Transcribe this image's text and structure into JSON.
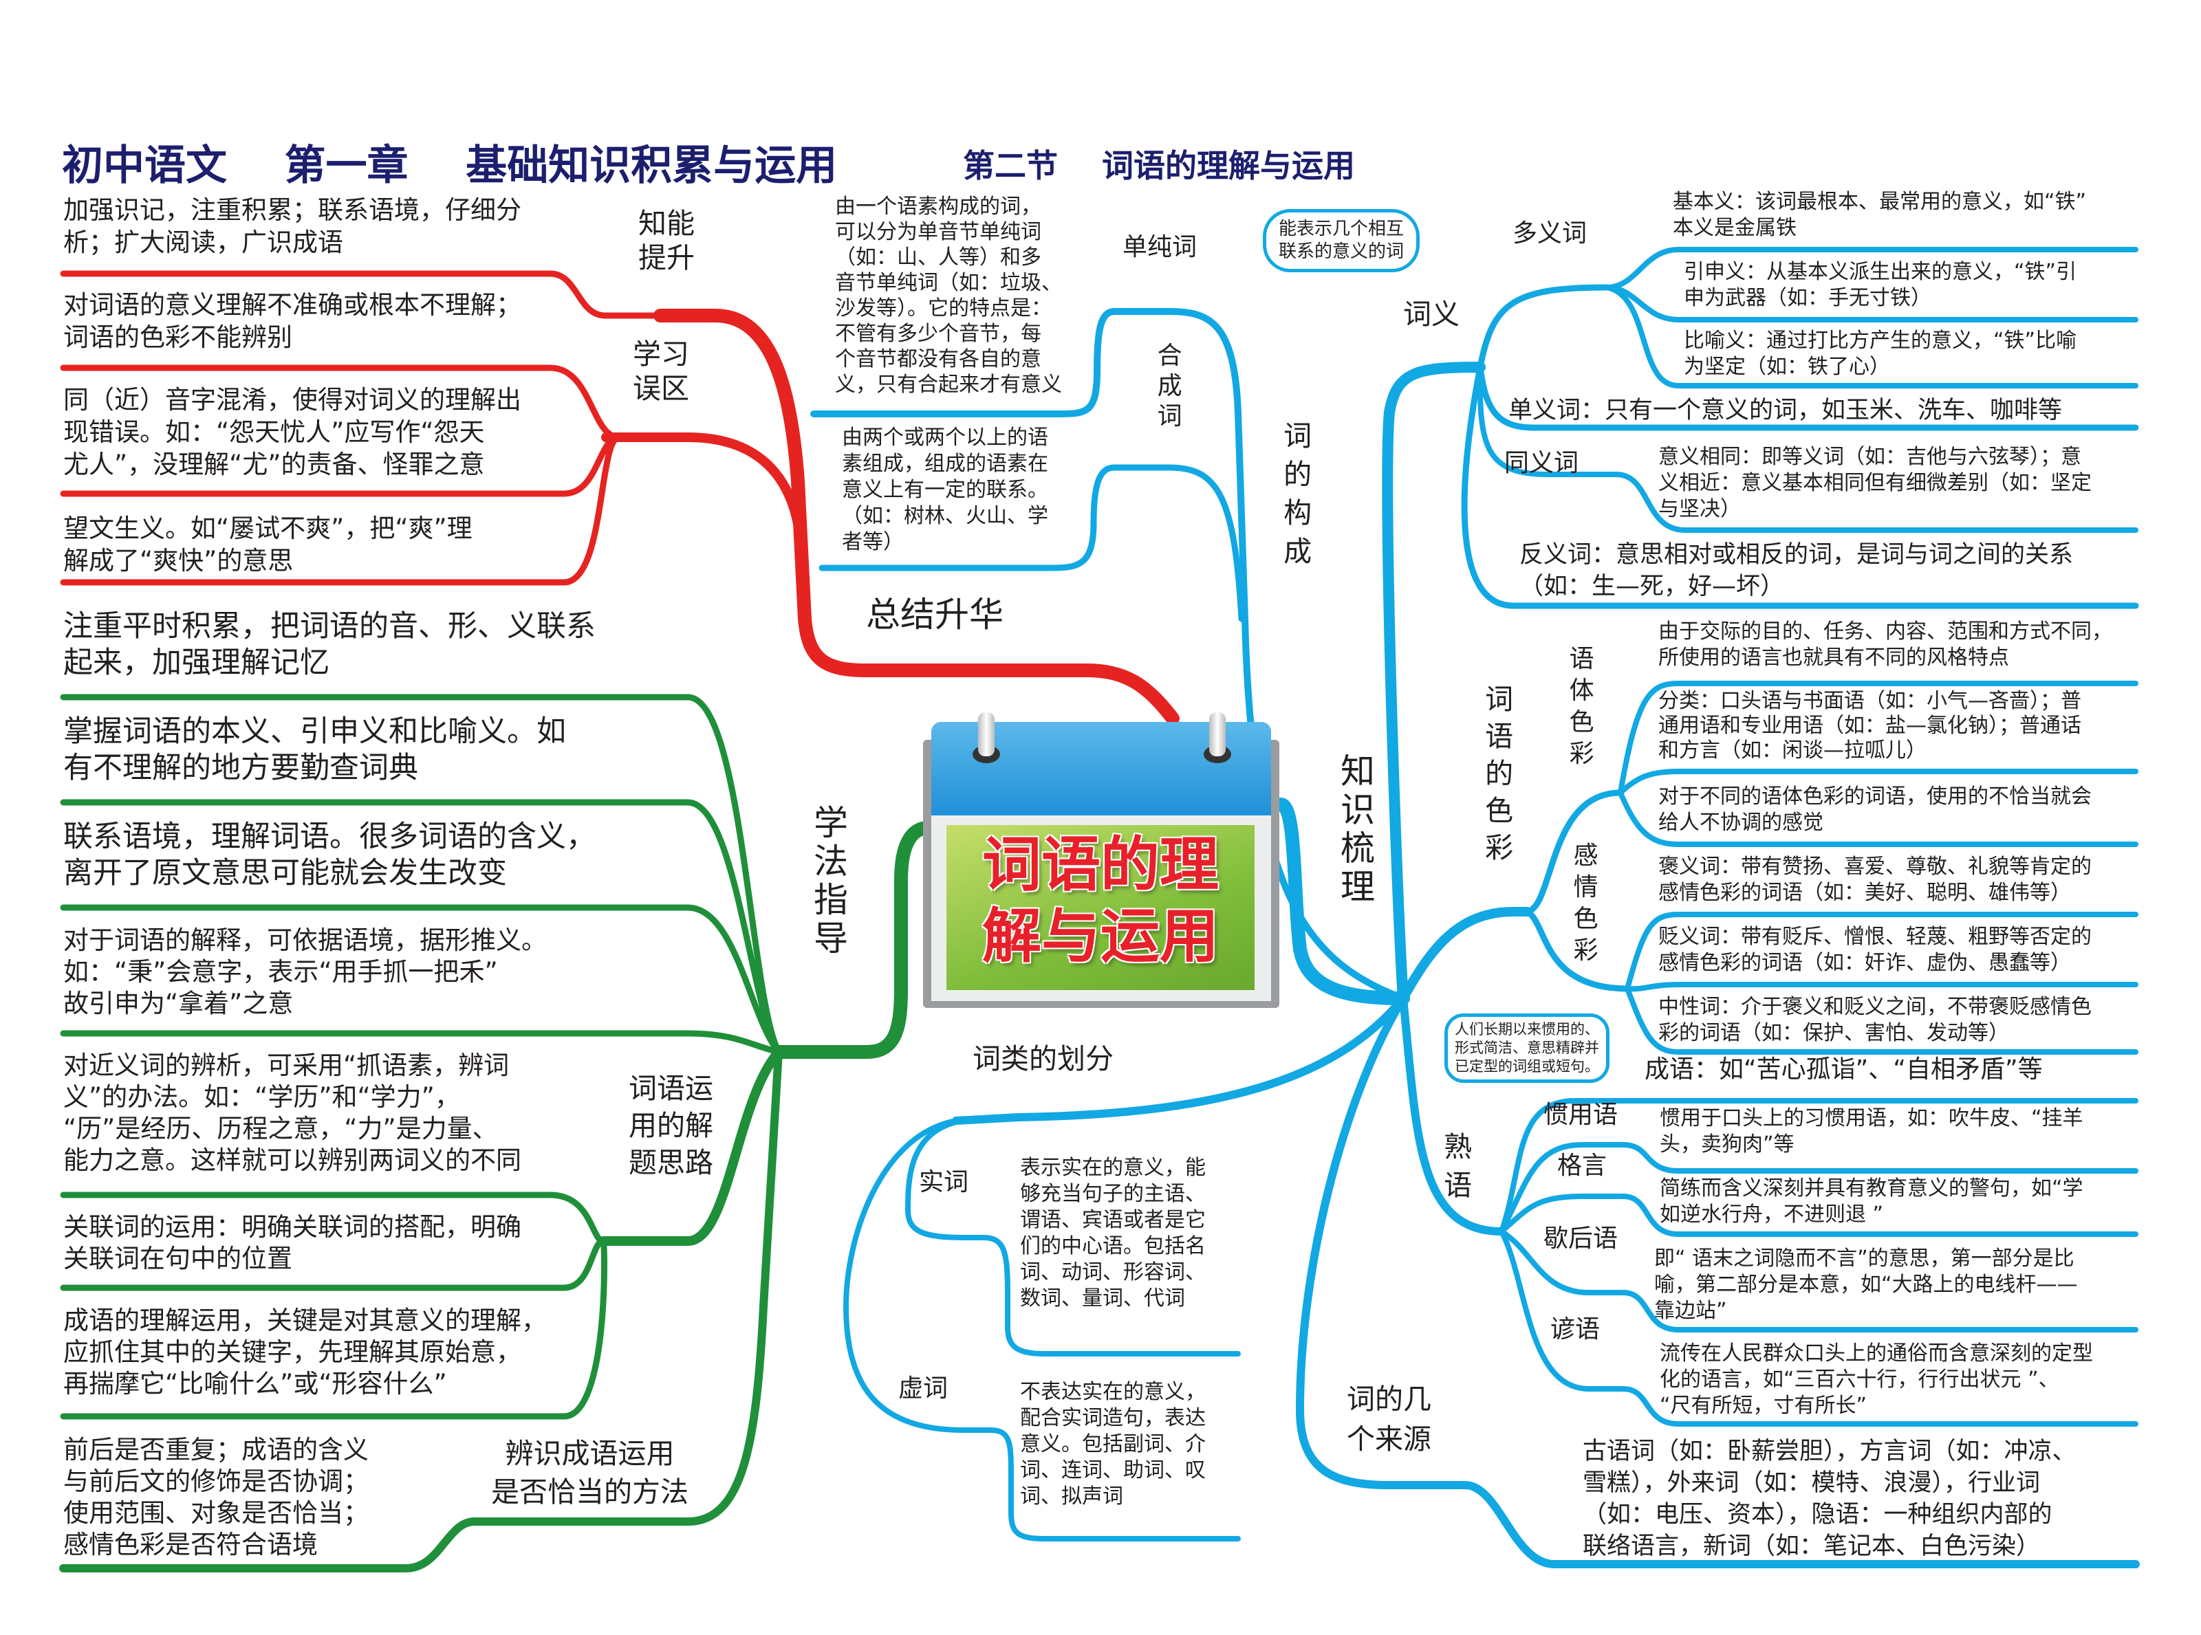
{
  "title": {
    "main": "初中语文    第一章    基础知识积累与运用",
    "section": "第二节    词语的理解与运用"
  },
  "center": {
    "title": "词语的理\n解与运用"
  },
  "colors": {
    "red": "#e52421",
    "green": "#1f8f3a",
    "blue": "#12a8e3",
    "title": "#1c1f6e"
  },
  "red_branch": {
    "label": "总结升华",
    "groups": [
      {
        "label": "知能\n提升",
        "items": [
          "加强识记，注重积累；联系语境，仔细分\n析；扩大阅读，广识成语"
        ]
      },
      {
        "label": "学习\n误区",
        "items": [
          "对词语的意义理解不准确或根本不理解；\n词语的色彩不能辨别",
          "同（近）音字混淆，使得对词义的理解出\n现错误。如：“怨天忧人”应写作“怨天\n尤人”，没理解“尤”的责备、怪罪之意",
          "望文生义。如“屡试不爽”，把“爽”理\n解成了“爽快”的意思"
        ]
      }
    ]
  },
  "green_branch": {
    "label": "学法指导",
    "items": [
      "注重平时积累，把词语的音、形、义联系\n起来，加强理解记忆",
      "掌握词语的本义、引申义和比喻义。如\n有不理解的地方要勤查词典",
      "联系语境，理解词语。很多词语的含义，\n离开了原文意思可能就会发生改变",
      "对于词语的解释，可依据语境，据形推义。\n如：“秉”会意字，表示“用手抓一把禾”\n故引申为“拿着”之意"
    ],
    "groups": [
      {
        "label": "词语运\n用的解\n题思路",
        "items": [
          "对近义词的辨析，可采用“抓语素，辨词\n义”的办法。如：“学历”和“学力”，\n“历”是经历、历程之意，“力”是力量、\n能力之意。这样就可以辨别两词义的不同",
          "关联词的运用：明确关联词的搭配，明确\n关联词在句中的位置",
          "成语的理解运用，关键是对其意义的理解，\n应抓住其中的关键字，先理解其原始意，\n再揣摩它“比喻什么”或“形容什么”"
        ]
      },
      {
        "label": "辨识成语运用\n是否恰当的方法",
        "items": [
          "前后是否重复；成语的含义\n与前后文的修饰是否协调；\n使用范围、对象是否恰当；\n感情色彩是否符合语境"
        ]
      }
    ]
  },
  "blue_branch": {
    "label": "知识梳理",
    "formation": {
      "label": "词\n的\n构\n成",
      "simple": {
        "label": "单纯词",
        "text": "由一个语素构成的词，\n可以分为单音节单纯词\n（如：山、人等）和多\n音节单纯词（如：垃圾、\n沙发等）。它的特点是：\n不管有多少个音节，每\n个音节都没有各自的意\n义，只有合起来才有意义"
      },
      "compound": {
        "label": "合\n成\n词",
        "text": "由两个或两个以上的语\n素组成，组成的语素在\n意义上有一定的联系。\n（如：树林、火山、学\n者等）"
      }
    },
    "meaning": {
      "label": "词义",
      "polysemy": {
        "label": "多义词",
        "note": "能表示几个相互\n联系的意义的词",
        "items": [
          "基本义：该词最根本、最常用的意义，如“铁”\n本义是金属铁",
          "引申义：从基本义派生出来的意义，“铁”引\n申为武器（如：手无寸铁）",
          "比喻义：通过打比方产生的意义，“铁”比喻\n为坚定（如：铁了心）"
        ]
      },
      "monosemy": "单义词：只有一个意义的词，如玉米、洗车、咖啡等",
      "synonym": {
        "label": "同义词",
        "text": "意义相同：即等义词（如：吉他与六弦琴）；意\n义相近：意义基本相同但有细微差别（如：坚定\n与坚决）"
      },
      "antonym": "反义词：意思相对或相反的词，是词与词之间的关系\n（如：生—死，好—坏）"
    },
    "color": {
      "label": "词\n语\n的\n色\n彩",
      "style": {
        "label": "语\n体\n色\n彩",
        "items": [
          "由于交际的目的、任务、内容、范围和方式不同，\n所使用的语言也就具有不同的风格特点",
          "分类：口头语与书面语（如：小气—吝啬）；普\n通用语和专业用语（如：盐—氯化钠）；普通话\n和方言（如：闲谈—拉呱儿）",
          "对于不同的语体色彩的词语，使用的不恰当就会\n给人不协调的感觉"
        ]
      },
      "emotion": {
        "label": "感\n情\n色\n彩",
        "items": [
          "褒义词：带有赞扬、喜爱、尊敬、礼貌等肯定的\n感情色彩的词语（如：美好、聪明、雄伟等）",
          "贬义词：带有贬斥、憎恨、轻蔑、粗野等否定的\n感情色彩的词语（如：奸诈、虚伪、愚蠢等）",
          "中性词：介于褒义和贬义之间，不带褒贬感情色\n彩的词语（如：保护、害怕、发动等）"
        ]
      }
    },
    "idiom": {
      "note": "人们长期以来惯用的、\n形式简洁、意思精辟并\n已定型的词组或短句。",
      "text": "成语：如“苦心孤诣”、“自相矛盾”等"
    },
    "set_phrases": {
      "label": "熟\n语",
      "items": [
        {
          "label": "惯用语",
          "text": "惯用于口头上的习惯用语，如：吹牛皮、“挂羊\n头，卖狗肉”等"
        },
        {
          "label": "格言",
          "text": "简练而含义深刻并具有教育意义的警句，如“学\n如逆水行舟，不进则退 ”"
        },
        {
          "label": "歇后语",
          "text": "即“ 语末之词隐而不言”的意思，第一部分是比\n喻，第二部分是本意，如“大路上的电线杆——\n靠边站”"
        },
        {
          "label": "谚语",
          "text": "流传在人民群众口头上的通俗而含意深刻的定型\n化的语言，如“三百六十行，行行出状元 ”、\n“尺有所短，寸有所长”"
        }
      ]
    },
    "classes": {
      "label": "词类的划分",
      "content": {
        "label": "实词",
        "text": "表示实在的意义，能\n够充当句子的主语、\n谓语、宾语或者是它\n们的中心语。包括名\n词、动词、形容词、\n数词、量词、代词"
      },
      "function": {
        "label": "虚词",
        "text": "不表达实在的意义，\n配合实词造句，表达\n意义。包括副词、介\n词、连词、助词、叹\n词、拟声词"
      }
    },
    "sources": {
      "label": "词的几\n个来源",
      "text": "古语词（如：卧薪尝胆），方言词（如：冲凉、\n雪糕），外来词（如：模特、浪漫），行业词\n（如：电压、资本），隐语：一种组织内部的\n联络语言，新词（如：笔记本、白色污染）"
    }
  }
}
